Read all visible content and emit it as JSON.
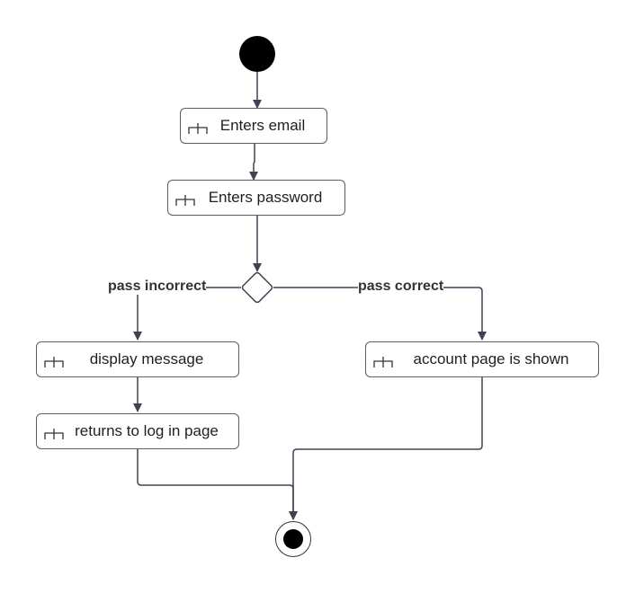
{
  "diagram": {
    "nodes": {
      "enters_email": "Enters email",
      "enters_password": "Enters password",
      "display_message": "display message",
      "returns_login": "returns to log in page",
      "account_page": "account page is shown"
    },
    "edges": {
      "pass_incorrect": "pass incorrect",
      "pass_correct": "pass correct"
    },
    "icons": {
      "activity": "activity-fork-icon",
      "initial": "initial-node-icon",
      "final": "final-node-icon",
      "decision": "decision-diamond-icon"
    },
    "colors": {
      "line": "#3d4350",
      "node_border": "#5c5c5c",
      "fill": "#000000"
    }
  }
}
